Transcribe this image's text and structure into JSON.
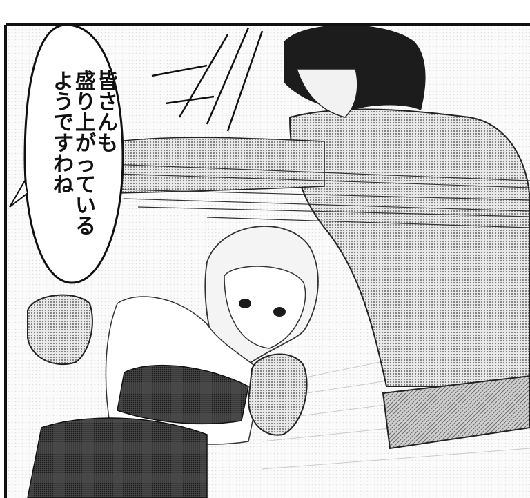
{
  "speech_bubble": {
    "lines": [
      "皆さんも",
      "盛り上がっている",
      "ようですわね"
    ]
  },
  "colors": {
    "ink": "#111111",
    "paper": "#ffffff",
    "screentone": "#8a8a8a",
    "light_tone": "#d4d4d4"
  }
}
